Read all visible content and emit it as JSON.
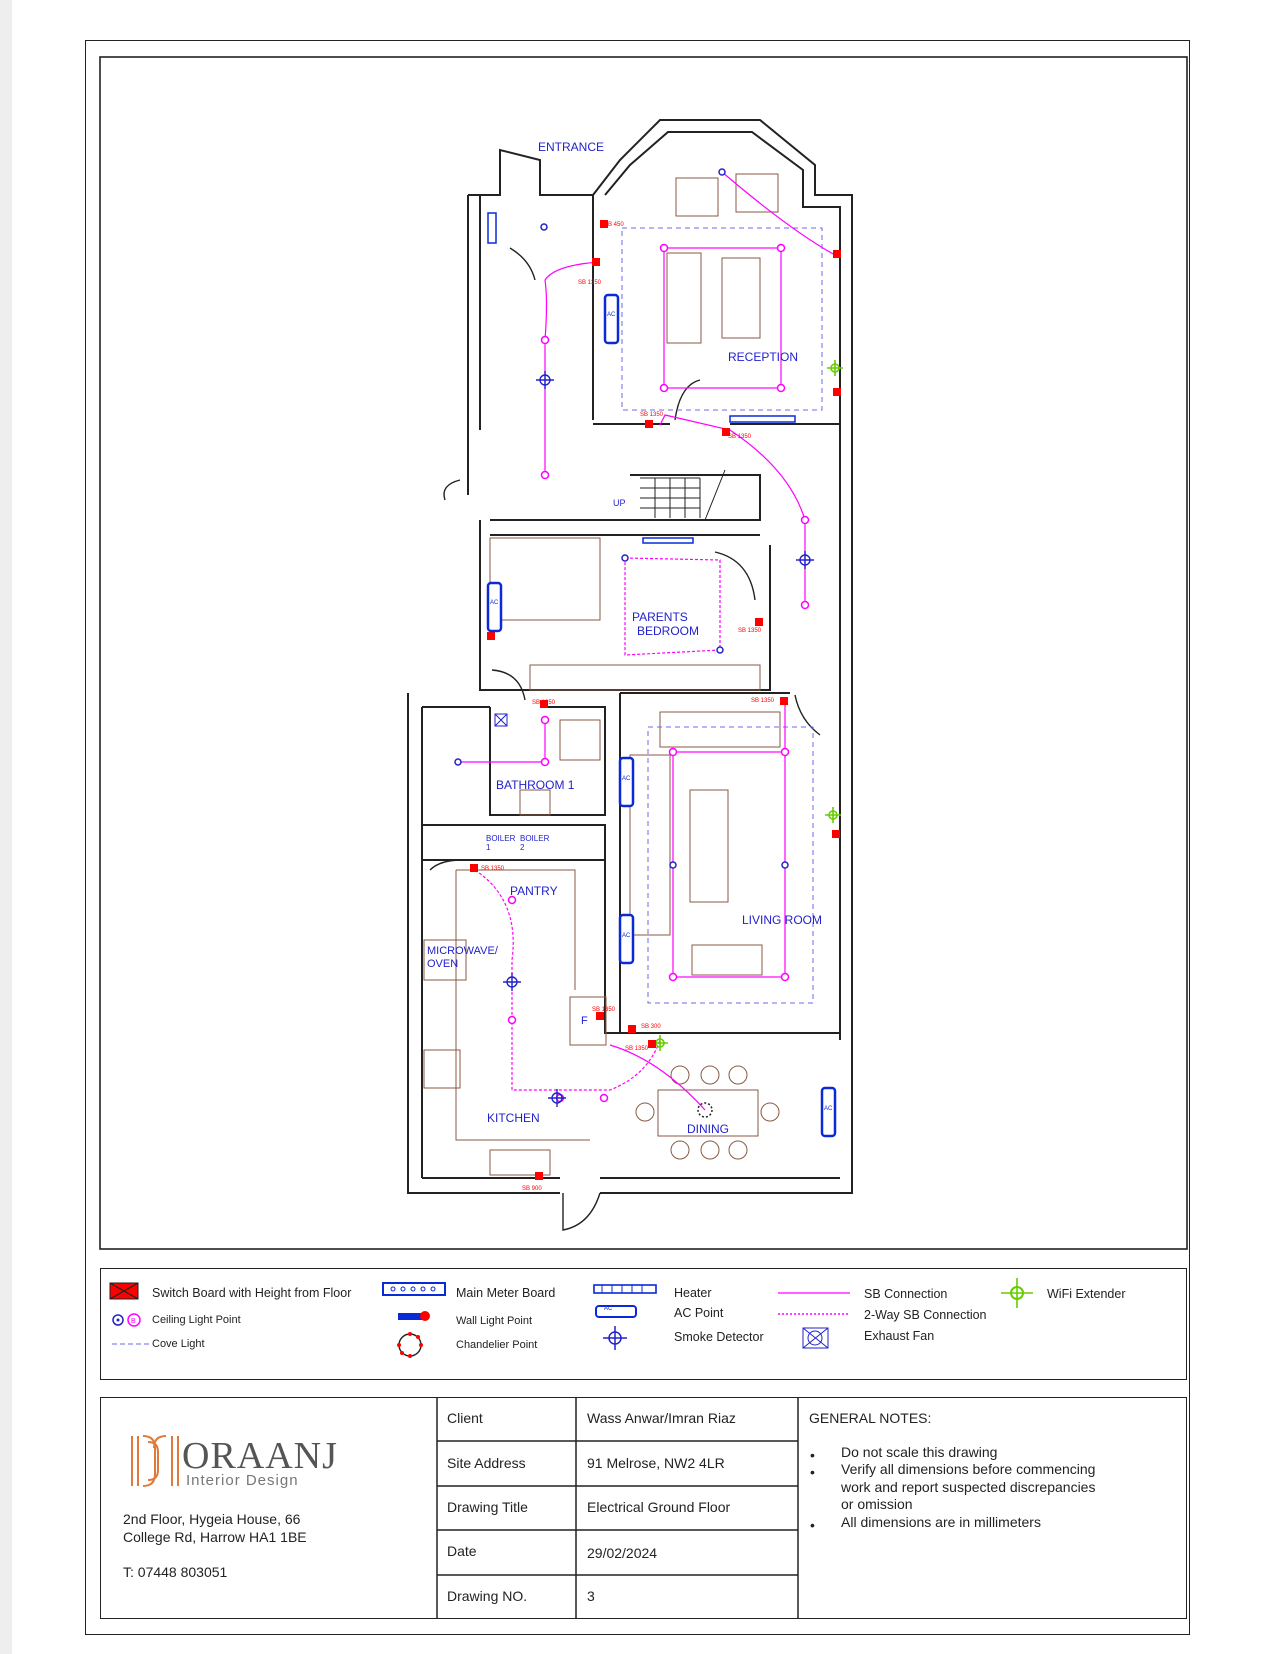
{
  "colors": {
    "wall": "#222222",
    "furniture": "#8a5a44",
    "circuit": "#ff00ff",
    "label": "#2222cc",
    "switch": "#ff0000",
    "wifi": "#66cc00",
    "cove": "#6a6aee"
  },
  "rooms": {
    "entrance": "ENTRANCE",
    "reception": "RECEPTION",
    "parents_bedroom_1": "PARENTS",
    "parents_bedroom_2": "BEDROOM",
    "bathroom": "BATHROOM 1",
    "pantry": "PANTRY",
    "living_room": "LIVING ROOM",
    "microwave_1": "MICROWAVE/",
    "microwave_2": "OVEN",
    "kitchen": "KITCHEN",
    "dining": "DINING",
    "boiler1_a": "BOILER",
    "boiler1_b": "1",
    "boiler2_a": "BOILER",
    "boiler2_b": "2",
    "fridge": "F",
    "stairs_up": "UP"
  },
  "annotations": {
    "ac": "AC",
    "sb_1350": "SB 1350",
    "sb_300": "SB 300",
    "sb_900": "SB 900",
    "sb_450": "SB 450"
  },
  "legend": {
    "switch_board": "Switch Board with Height from Floor",
    "ceiling_light": "Ceiling Light Point",
    "cove_light": "Cove Light",
    "main_meter": "Main Meter Board",
    "wall_light": "Wall Light Point",
    "chandelier": "Chandelier Point",
    "heater": "Heater",
    "ac_point": "AC Point",
    "smoke_detector": "Smoke Detector",
    "sb_connection": "SB Connection",
    "two_way": "2-Way SB Connection",
    "exhaust_fan": "Exhaust Fan",
    "wifi_extender": "WiFi Extender"
  },
  "company": {
    "logo_name": "ORAANJ",
    "logo_sub": "Interior Design",
    "address_line1": "2nd Floor, Hygeia House, 66",
    "address_line2": "College Rd, Harrow HA1 1BE",
    "phone": "T: 07448 803051"
  },
  "title_block": {
    "client_label": "Client",
    "client_value": "Wass Anwar/Imran Riaz",
    "site_label": "Site Address",
    "site_value": "91 Melrose, NW2 4LR",
    "title_label": "Drawing Title",
    "title_value": "Electrical Ground Floor",
    "date_label": "Date",
    "date_value": "29/02/2024",
    "number_label": "Drawing NO.",
    "number_value": "3"
  },
  "notes": {
    "heading": "GENERAL NOTES:",
    "items": [
      "Do not scale this drawing",
      "Verify all dimensions before commencing",
      "work and report suspected discrepancies",
      "or omission",
      "All dimensions are in millimeters"
    ]
  }
}
